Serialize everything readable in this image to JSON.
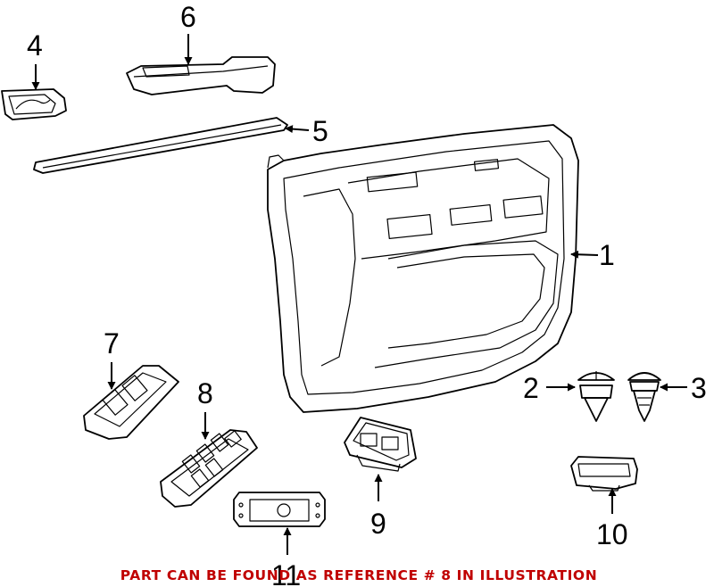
{
  "callouts": {
    "c1": "1",
    "c2": "2",
    "c3": "3",
    "c4": "4",
    "c5": "5",
    "c6": "6",
    "c7": "7",
    "c8": "8",
    "c9": "9",
    "c10": "10",
    "c11": "11"
  },
  "footer": {
    "note": "PART CAN BE FOUND AS REFERENCE # 8 IN ILLUSTRATION",
    "note_color": "#c00000"
  }
}
